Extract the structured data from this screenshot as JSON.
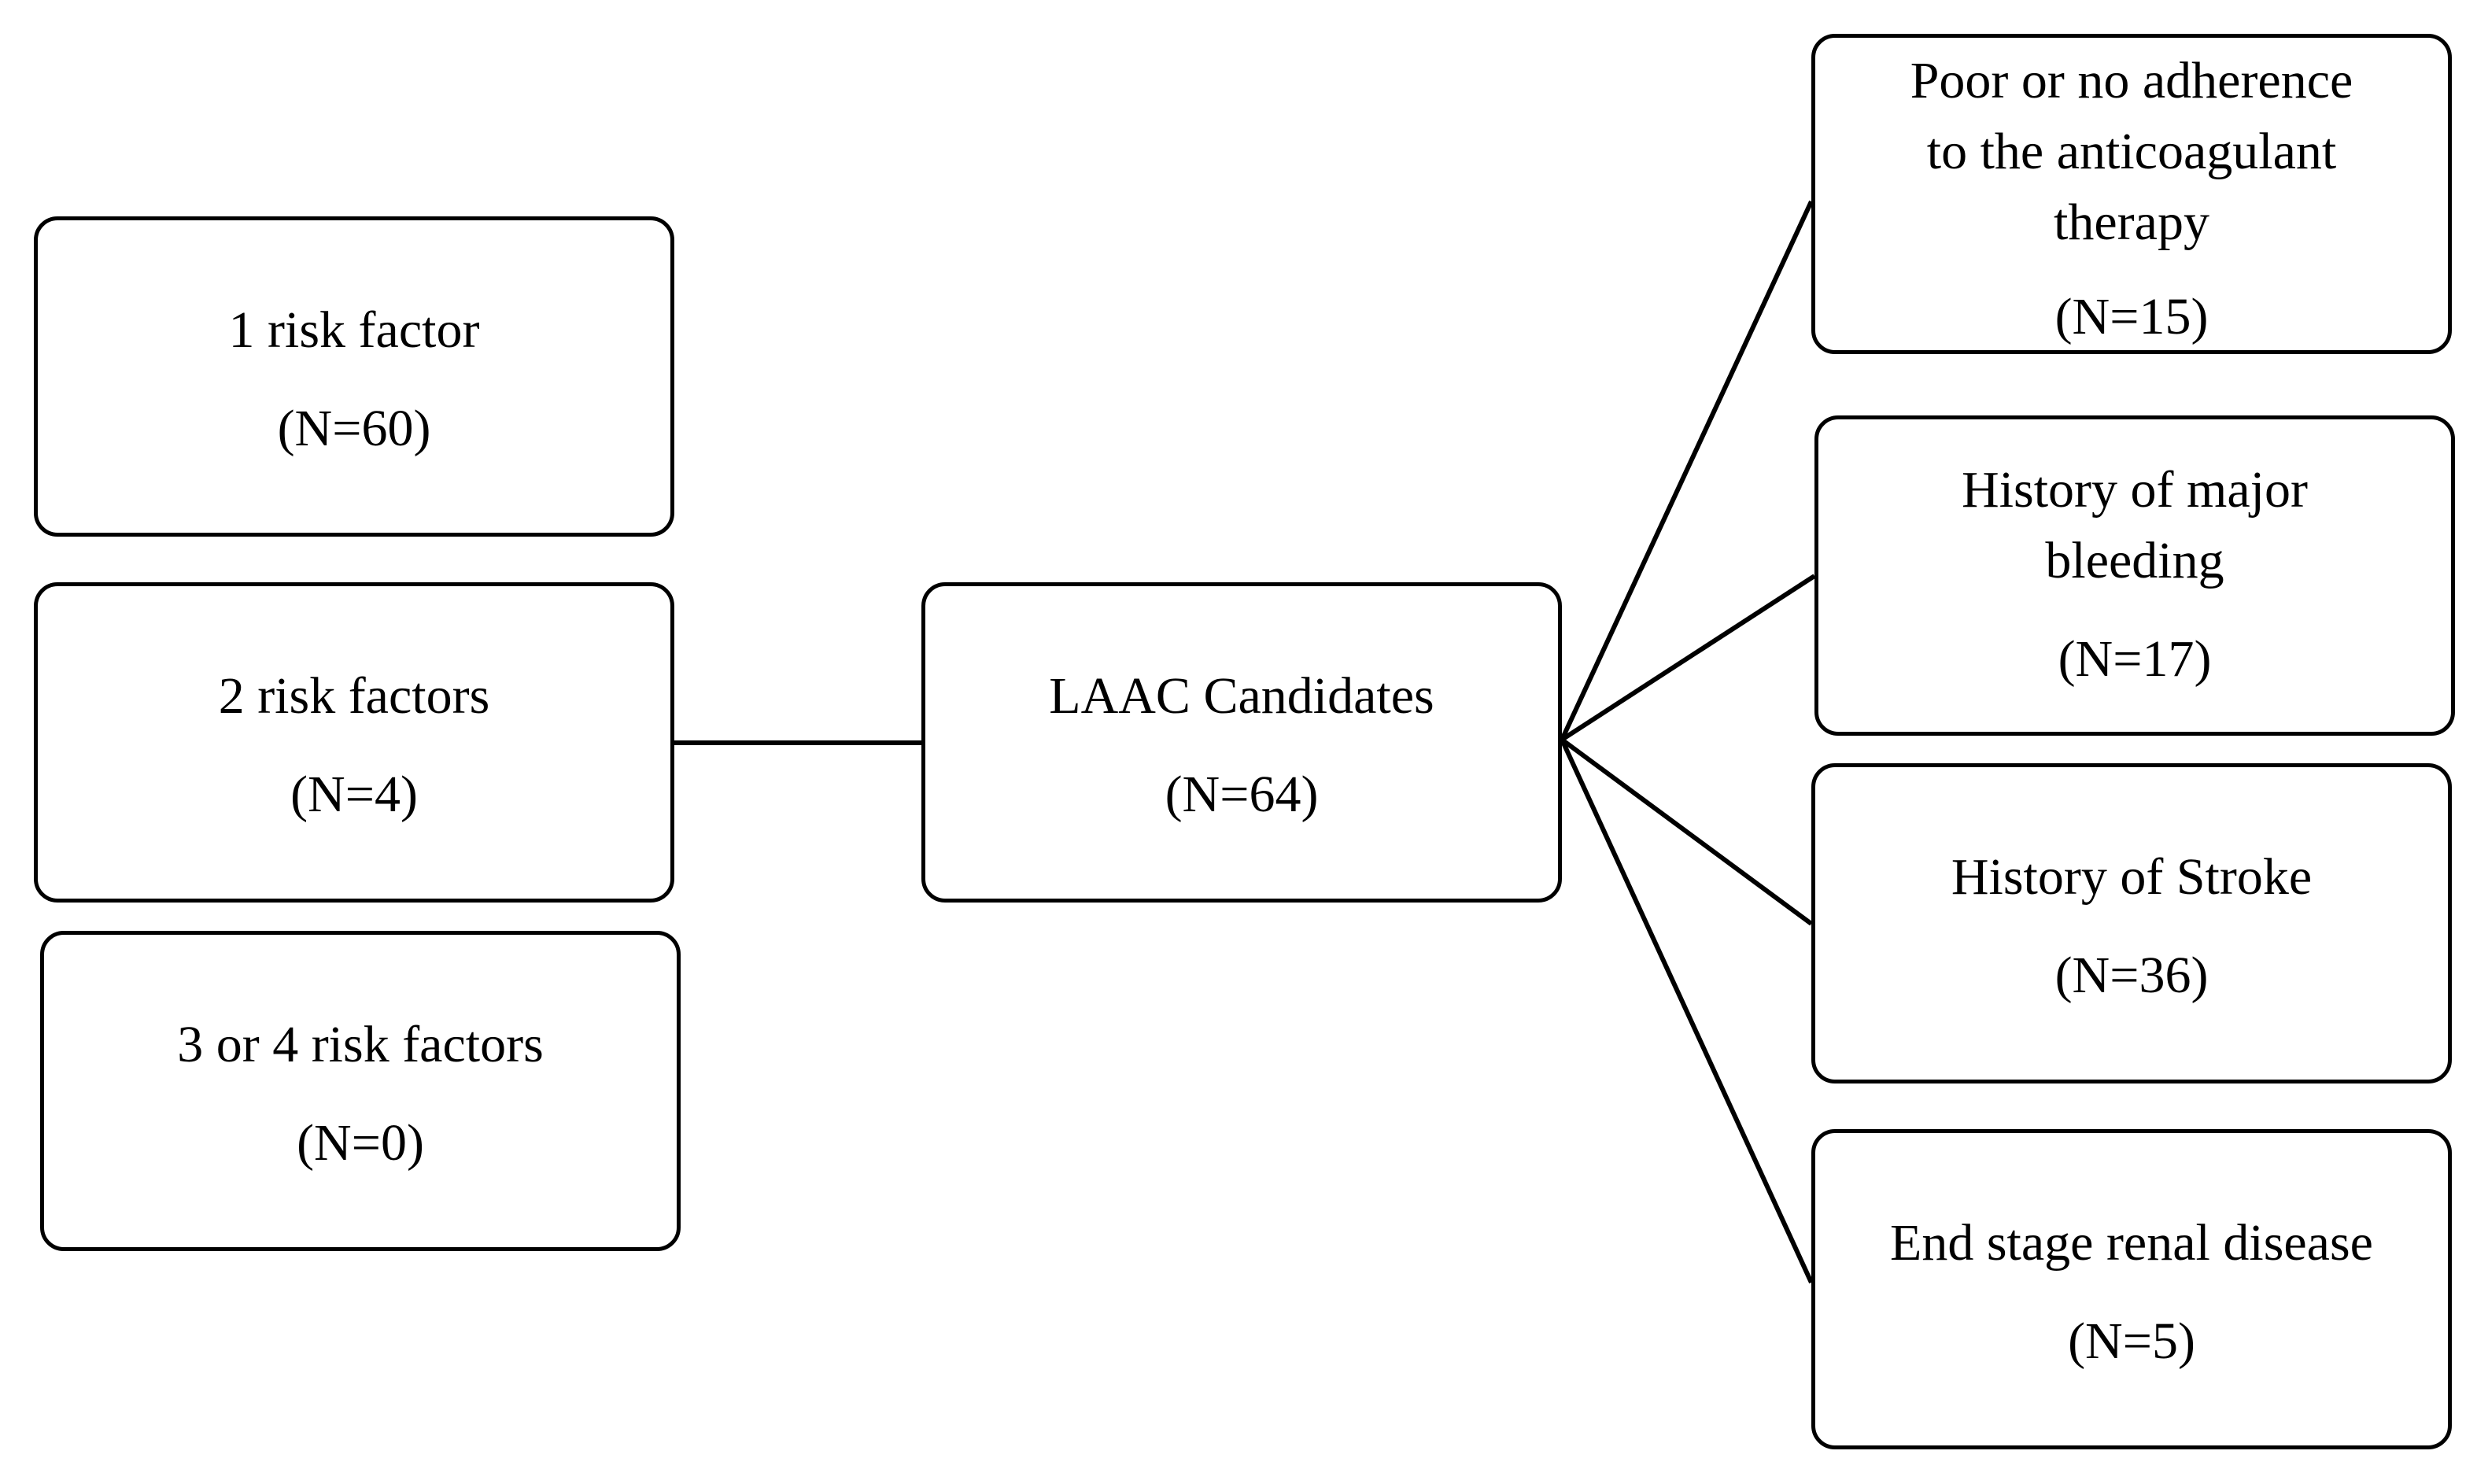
{
  "left_boxes": {
    "risk_1": {
      "label": "1 risk factor",
      "count": "(N=60)"
    },
    "risk_2": {
      "label": "2 risk factors",
      "count": "(N=4)"
    },
    "risk_3_4": {
      "label": "3 or 4 risk factors",
      "count": "(N=0)"
    }
  },
  "center_box": {
    "label": "LAAC Candidates",
    "count": "(N=64)"
  },
  "right_boxes": {
    "adherence": {
      "line1": "Poor or no adherence",
      "line2": "to the anticoagulant",
      "line3": "therapy",
      "count": "(N=15)"
    },
    "bleeding": {
      "line1": "History of major",
      "line2": "bleeding",
      "count": "(N=17)"
    },
    "stroke": {
      "label": "History of Stroke",
      "count": "(N=36)"
    },
    "renal": {
      "label": "End stage renal disease",
      "count": "(N=5)"
    }
  },
  "colors": {
    "border": "#000000",
    "background": "#ffffff",
    "text": "#000000"
  }
}
